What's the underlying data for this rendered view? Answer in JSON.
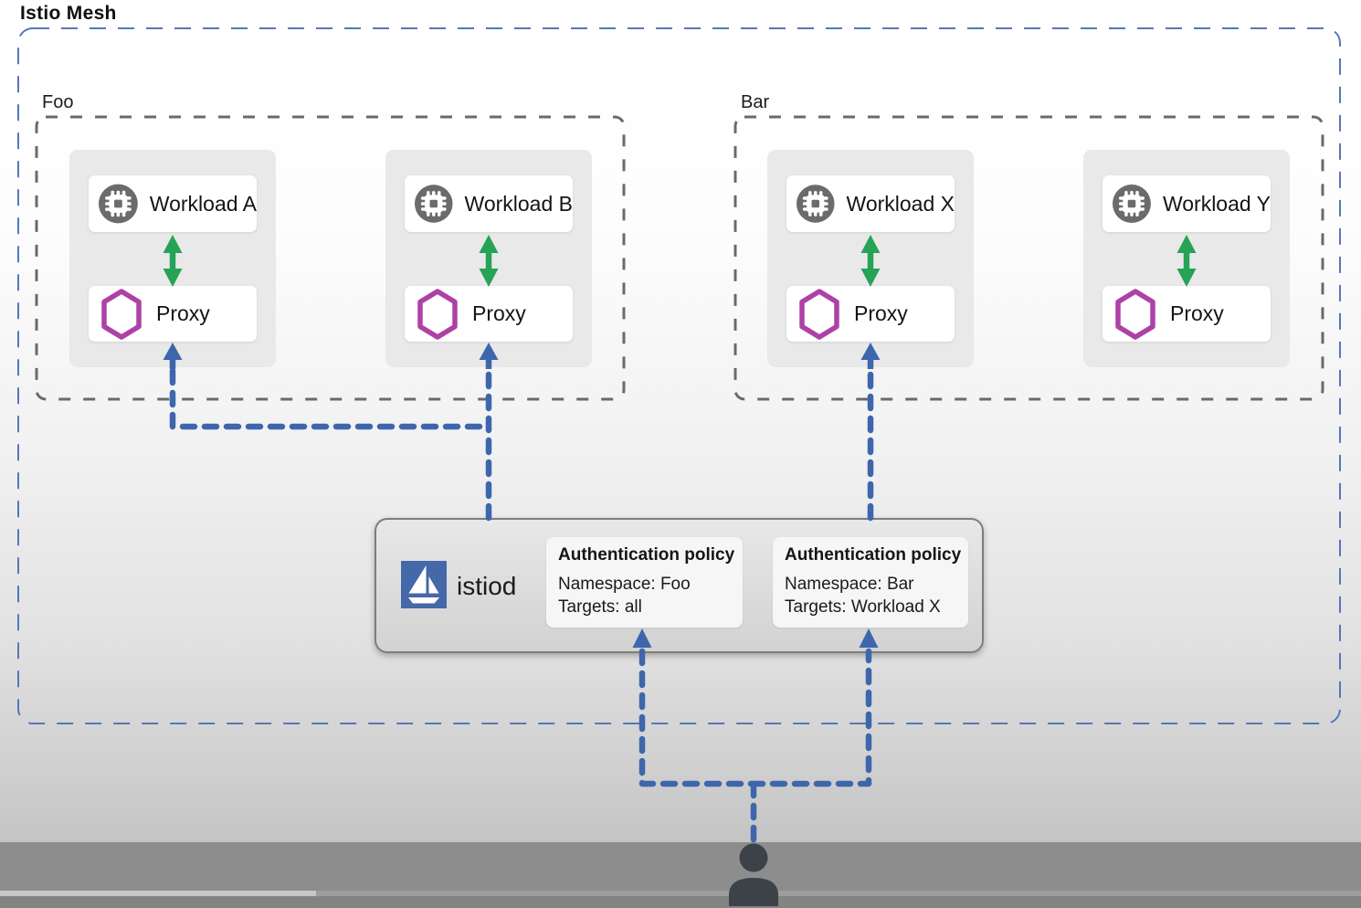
{
  "diagram": {
    "mesh_label": "Istio Mesh",
    "namespaces": [
      {
        "label": "Foo",
        "workloads": [
          {
            "name": "Workload A",
            "proxy_label": "Proxy"
          },
          {
            "name": "Workload B",
            "proxy_label": "Proxy"
          }
        ]
      },
      {
        "label": "Bar",
        "workloads": [
          {
            "name": "Workload X",
            "proxy_label": "Proxy"
          },
          {
            "name": "Workload Y",
            "proxy_label": "Proxy"
          }
        ]
      }
    ],
    "istiod": {
      "label": "istiod",
      "policies": [
        {
          "title": "Authentication policy",
          "line1": "Namespace: Foo",
          "line2": "Targets: all"
        },
        {
          "title": "Authentication policy",
          "line1": "Namespace: Bar",
          "line2": "Targets: Workload X"
        }
      ]
    },
    "icons": {
      "workload": "chip-icon",
      "proxy": "hexagon-icon",
      "istiod": "istio-sail-icon",
      "user": "person-icon"
    },
    "colors": {
      "istio_logo_blue": "#4568A8",
      "connector_blue": "#3E66AC",
      "mesh_border_blue": "#5577B8",
      "namespace_border_gray": "#6A6A6A",
      "workload_icon_gray": "#6B6B6B",
      "proxy_magenta": "#AE41A5",
      "arrow_green": "#26A356",
      "group_fill": "#E9E9E9",
      "player_band_gray": "#8D8D8D"
    }
  },
  "video_player": {
    "progress_percent": 23.2
  }
}
